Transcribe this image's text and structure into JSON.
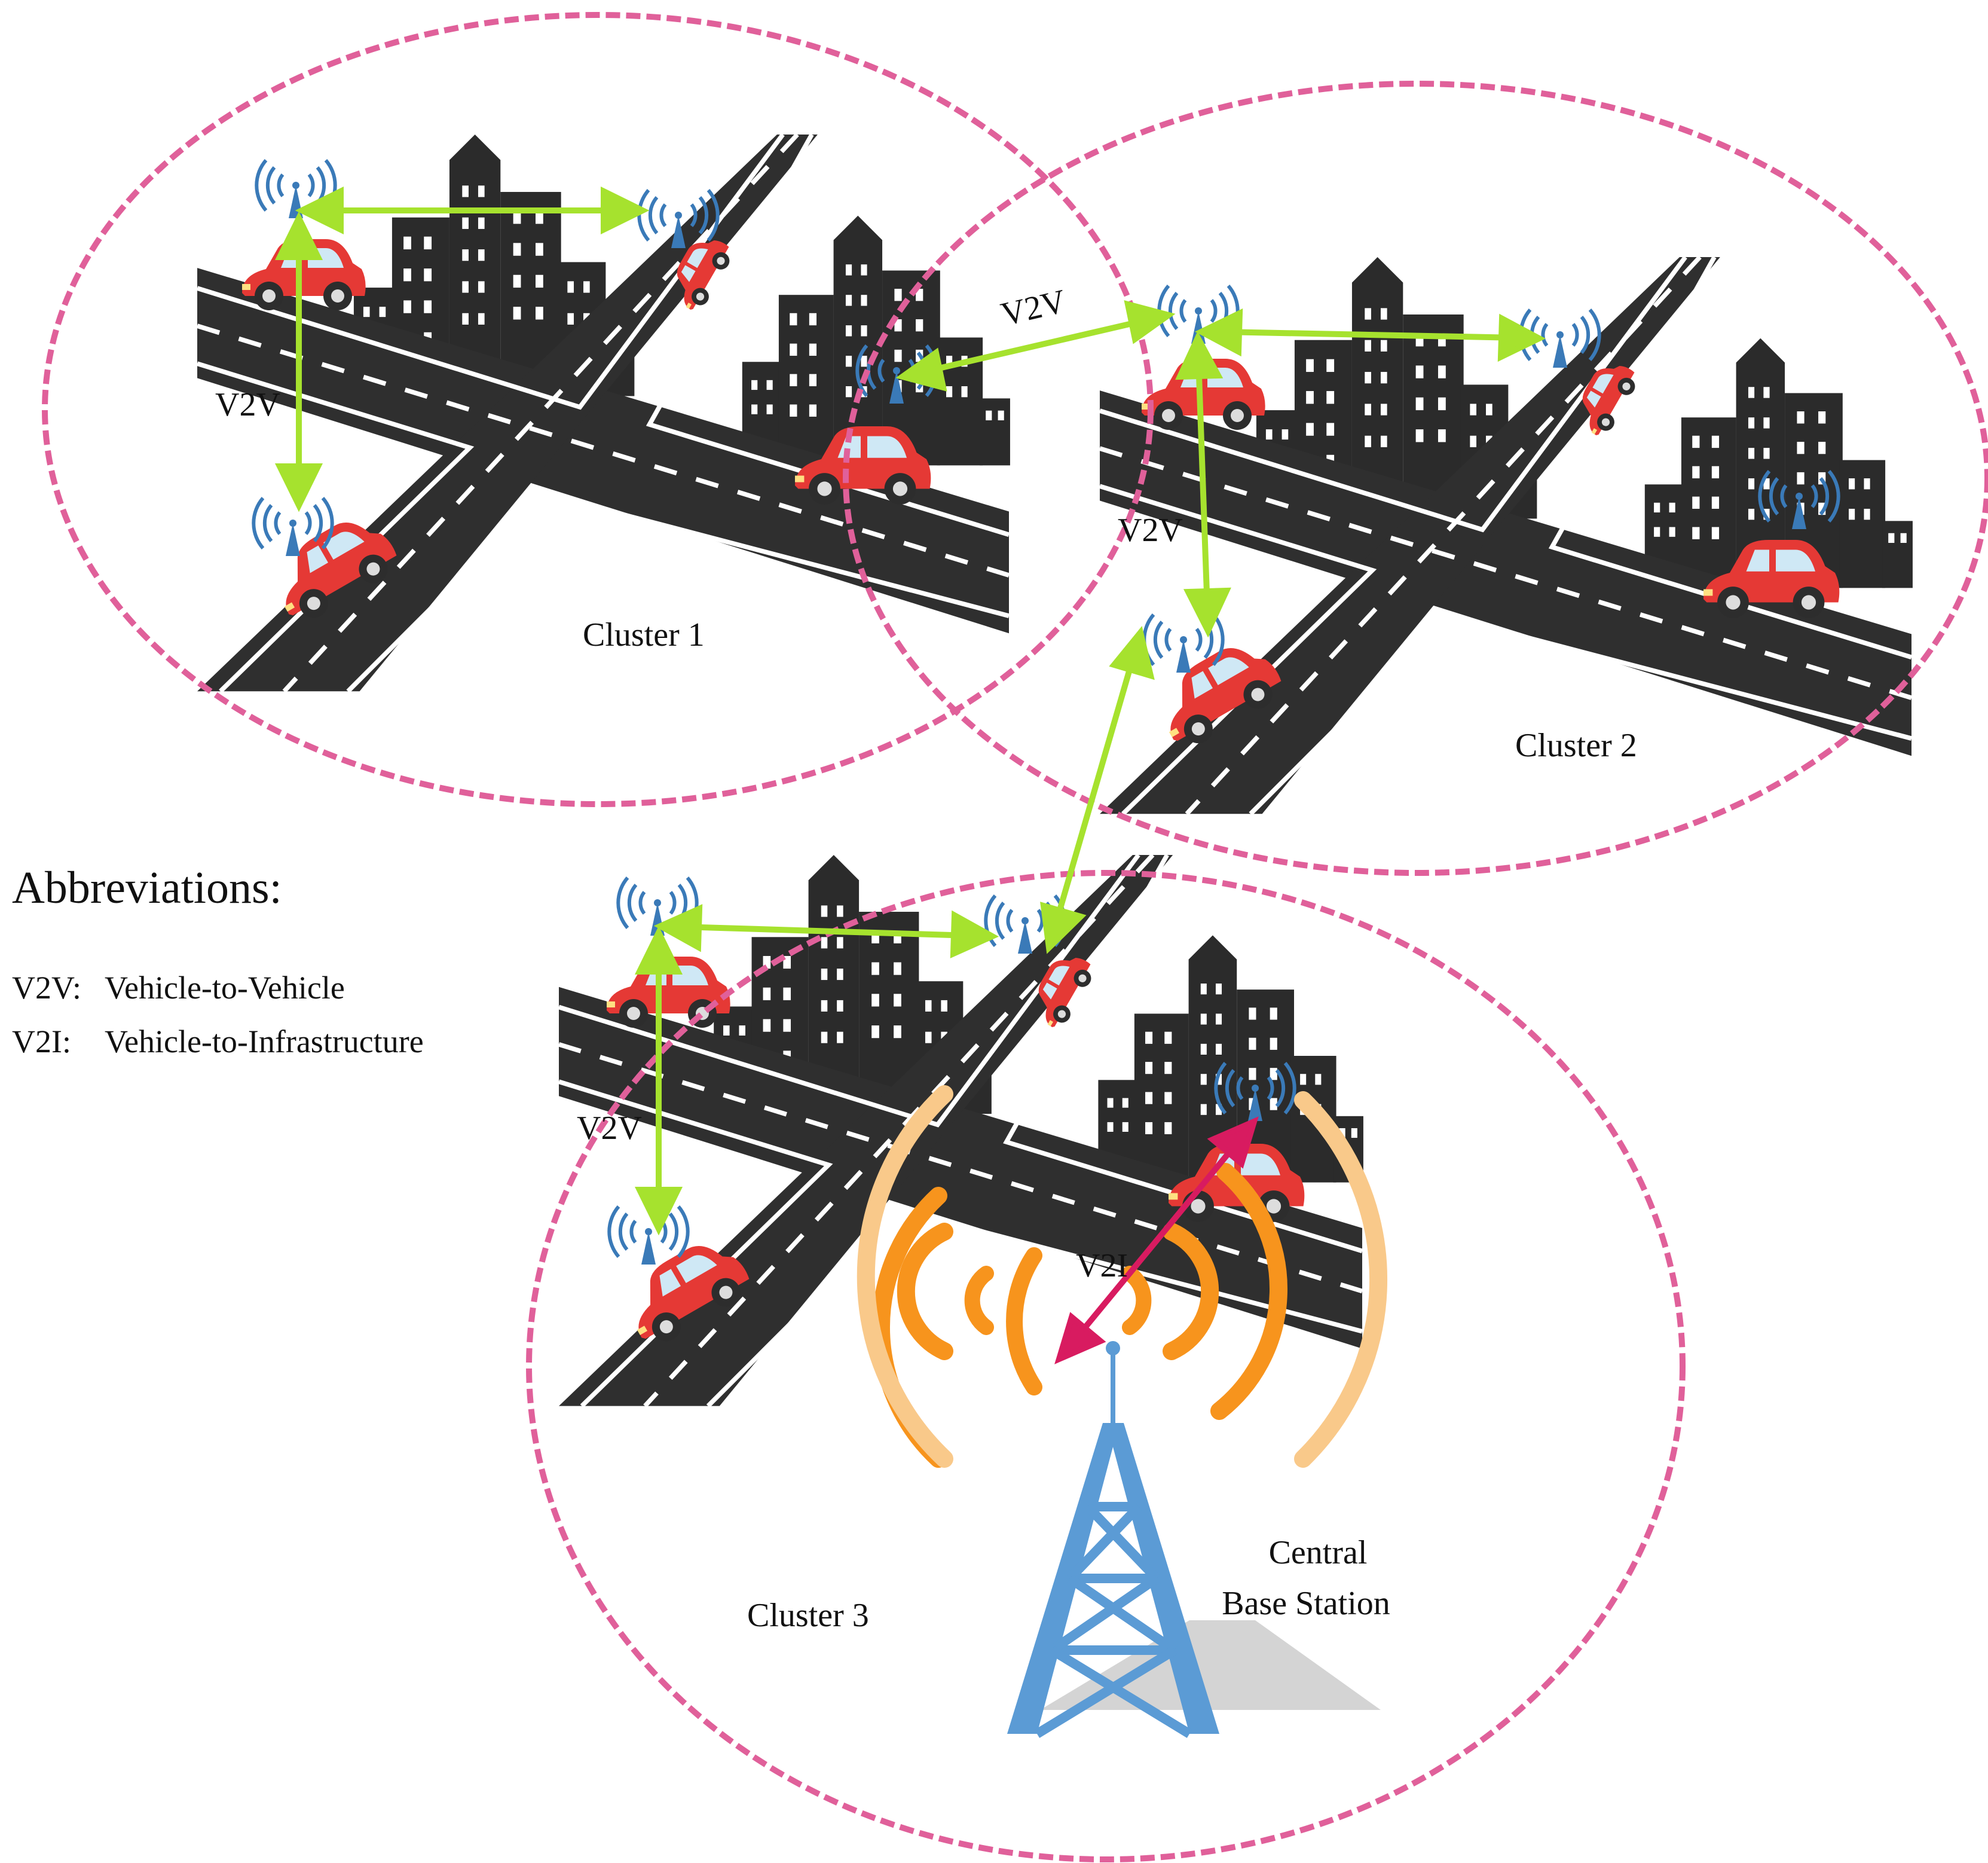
{
  "diagram": {
    "clusters": [
      {
        "label": "Cluster 1"
      },
      {
        "label": "Cluster 2"
      },
      {
        "label": "Cluster 3"
      }
    ],
    "link_labels": {
      "v2v_c1": "V2V",
      "v2v_c1_c2": "V2V",
      "v2v_c2": "V2V",
      "v2v_c3": "V2V",
      "v2i": "V2I"
    },
    "base_station": {
      "line1": "Central",
      "line2": "Base Station"
    },
    "abbreviations": {
      "title": "Abbreviations:",
      "items": [
        {
          "term": "V2V:",
          "meaning": "Vehicle-to-Vehicle"
        },
        {
          "term": "V2I:",
          "meaning": "Vehicle-to-Infrastructure"
        }
      ]
    },
    "colors": {
      "cluster_boundary": "#e0609a",
      "v2v_link": "#a6e22e",
      "v2i_link": "#d81b60",
      "road": "#2f2f2f",
      "building": "#2b2b2b",
      "car": "#e53935",
      "tower": "#5b9bd5",
      "signal_inner": "#f7941d",
      "signal_outer": "#f9c98a",
      "antenna": "#3a7ab8"
    },
    "icons": [
      "car-icon",
      "antenna-icon",
      "building-icon",
      "tower-icon",
      "signal-wave-icon"
    ]
  }
}
